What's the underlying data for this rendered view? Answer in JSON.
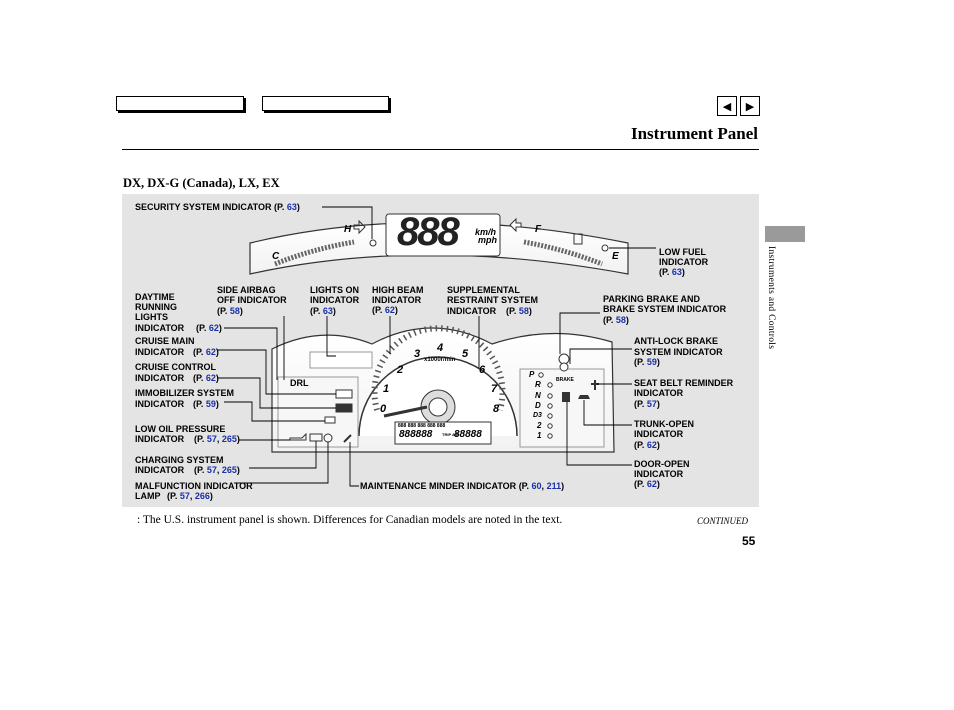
{
  "header": {
    "page_title": "Instrument Panel",
    "prev_label": "◀",
    "next_label": "▶"
  },
  "models_heading": "DX, DX-G (Canada), LX, EX",
  "side_tab": "Instruments and Controls",
  "labels": {
    "security": {
      "text": "SECURITY SYSTEM INDICATOR",
      "prefix": "(P. ",
      "pages": "63",
      "suffix": ")"
    },
    "low_fuel_1": "LOW FUEL",
    "low_fuel_2": "INDICATOR",
    "low_fuel_ref": {
      "prefix": "(P. ",
      "pages": "63",
      "suffix": ")"
    },
    "drl_1": "DAYTIME",
    "drl_2": "RUNNING",
    "drl_3": "LIGHTS",
    "drl_4": "INDICATOR",
    "drl_ref": {
      "prefix": "(P. ",
      "pages": "62",
      "suffix": ")"
    },
    "airbag_1": "SIDE AIRBAG",
    "airbag_2": "OFF INDICATOR",
    "airbag_ref": {
      "prefix": "(P. ",
      "pages": "58",
      "suffix": ")"
    },
    "lights_1": "LIGHTS ON",
    "lights_2": "INDICATOR",
    "lights_ref": {
      "prefix": "(P. ",
      "pages": "63",
      "suffix": ")"
    },
    "high_1": "HIGH BEAM",
    "high_2": "INDICATOR",
    "high_ref": {
      "prefix": "(P. ",
      "pages": "62",
      "suffix": ")"
    },
    "srs_1": "SUPPLEMENTAL",
    "srs_2": "RESTRAINT SYSTEM",
    "srs_3": "INDICATOR",
    "srs_ref": {
      "prefix": "(P. ",
      "pages": "58",
      "suffix": ")"
    },
    "parking_1": "PARKING BRAKE AND",
    "parking_2": "BRAKE SYSTEM INDICATOR",
    "parking_ref": {
      "prefix": "(P. ",
      "pages": "58",
      "suffix": ")"
    },
    "cruise_main_1": "CRUISE MAIN",
    "cruise_main_2": "INDICATOR",
    "cruise_main_ref": {
      "prefix": "(P. ",
      "pages": "62",
      "suffix": ")"
    },
    "abs_1": "ANTI-LOCK BRAKE",
    "abs_2": "SYSTEM INDICATOR",
    "abs_ref": {
      "prefix": "(P. ",
      "pages": "59",
      "suffix": ")"
    },
    "cruise_ctrl_1": "CRUISE CONTROL",
    "cruise_ctrl_2": "INDICATOR",
    "cruise_ctrl_ref": {
      "prefix": "(P. ",
      "pages": "62",
      "suffix": ")"
    },
    "seatbelt_1": "SEAT BELT REMINDER",
    "seatbelt_2": "INDICATOR",
    "seatbelt_ref": {
      "prefix": "(P. ",
      "pages": "57",
      "suffix": ")"
    },
    "immob_1": "IMMOBILIZER SYSTEM",
    "immob_2": "INDICATOR",
    "immob_ref": {
      "prefix": "(P. ",
      "pages": "59",
      "suffix": ")"
    },
    "trunk_1": "TRUNK-OPEN",
    "trunk_2": "INDICATOR",
    "trunk_ref": {
      "prefix": "(P. ",
      "pages": "62",
      "suffix": ")"
    },
    "oil_1": "LOW OIL PRESSURE",
    "oil_2": "INDICATOR",
    "oil_ref": {
      "prefix": "(P. ",
      "p1": "57",
      "sep": ", ",
      "p2": "265",
      "suffix": ")"
    },
    "door_1": "DOOR-OPEN",
    "door_2": "INDICATOR",
    "door_ref": {
      "prefix": "(P. ",
      "pages": "62",
      "suffix": ")"
    },
    "charging_1": "CHARGING SYSTEM",
    "charging_2": "INDICATOR",
    "charging_ref": {
      "prefix": "(P. ",
      "p1": "57",
      "sep": ", ",
      "p2": "265",
      "suffix": ")"
    },
    "mil_1": "MALFUNCTION INDICATOR",
    "mil_2": "LAMP",
    "mil_ref": {
      "prefix": "(P. ",
      "p1": "57",
      "sep": ", ",
      "p2": "266",
      "suffix": ")"
    },
    "maint": {
      "text": "MAINTENANCE MINDER INDICATOR",
      "prefix": "(P. ",
      "p1": "60",
      "sep": ", ",
      "p2": "211",
      "suffix": ")"
    }
  },
  "dash": {
    "speed_digits": "888",
    "speed_unit_1": "km/h",
    "speed_unit_2": "mph",
    "temp_hot": "H",
    "temp_cold": "C",
    "fuel_full": "F",
    "fuel_empty": "E",
    "drl_badge": "DRL",
    "tach_numbers": [
      "0",
      "1",
      "2",
      "3",
      "4",
      "5",
      "6",
      "7",
      "8"
    ],
    "tach_unit": "x1000r/min",
    "gears": [
      "P",
      "R",
      "N",
      "D",
      "D3",
      "2",
      "1"
    ],
    "brake_badge": "BRAKE",
    "odo_digits": "888888",
    "trip_digits": "88888",
    "trip_label": "TRIP A/B",
    "odo_top": "888 888 888 888 888"
  },
  "footnote": ":   The U.S. instrument panel is shown. Differences for Canadian models are noted in the text.",
  "continued": "CONTINUED",
  "page_number": "55"
}
